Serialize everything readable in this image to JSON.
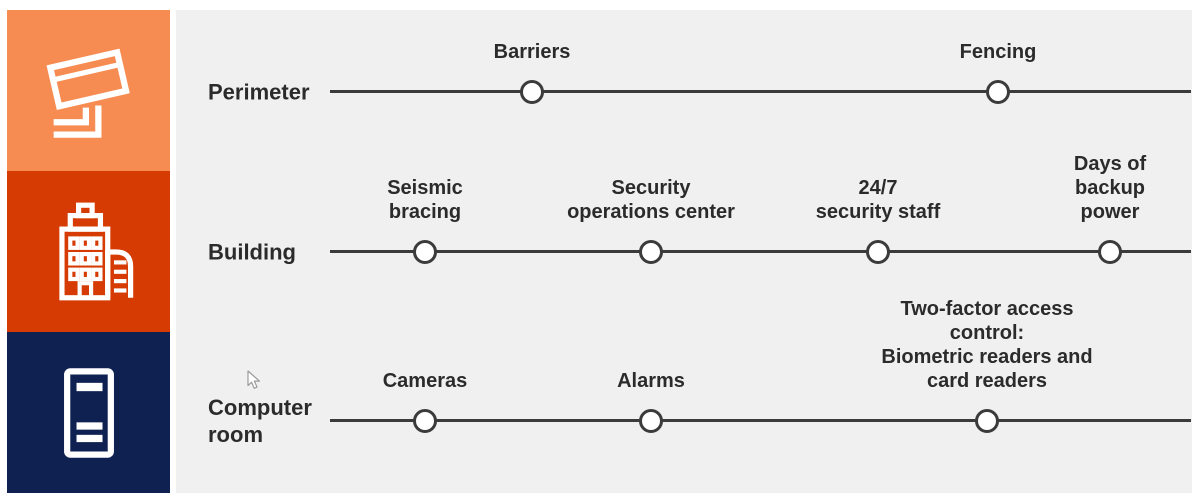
{
  "page": {
    "background_color": "#ffffff",
    "panel_color": "#f0f0f0",
    "line_color": "#3b3b3b",
    "text_color": "#2b2b2b",
    "cursor_icon": "mouse-pointer-icon"
  },
  "sidebar": {
    "blocks": [
      {
        "id": "perimeter",
        "icon": "security-camera-icon",
        "color": "#f78c52"
      },
      {
        "id": "building",
        "icon": "building-icon",
        "color": "#d53b02"
      },
      {
        "id": "computer-room",
        "icon": "server-rack-icon",
        "color": "#0e2150"
      }
    ]
  },
  "rows": [
    {
      "label": "Perimeter",
      "nodes": [
        {
          "label": "Barriers"
        },
        {
          "label": "Fencing"
        }
      ]
    },
    {
      "label": "Building",
      "nodes": [
        {
          "label": "Seismic\nbracing"
        },
        {
          "label": "Security\noperations center"
        },
        {
          "label": "24/7\nsecurity staff"
        },
        {
          "label": "Days of backup\npower"
        }
      ]
    },
    {
      "label": "Computer\nroom",
      "nodes": [
        {
          "label": "Cameras"
        },
        {
          "label": "Alarms"
        },
        {
          "label": "Two-factor access control:\nBiometric readers and card readers"
        }
      ]
    }
  ]
}
